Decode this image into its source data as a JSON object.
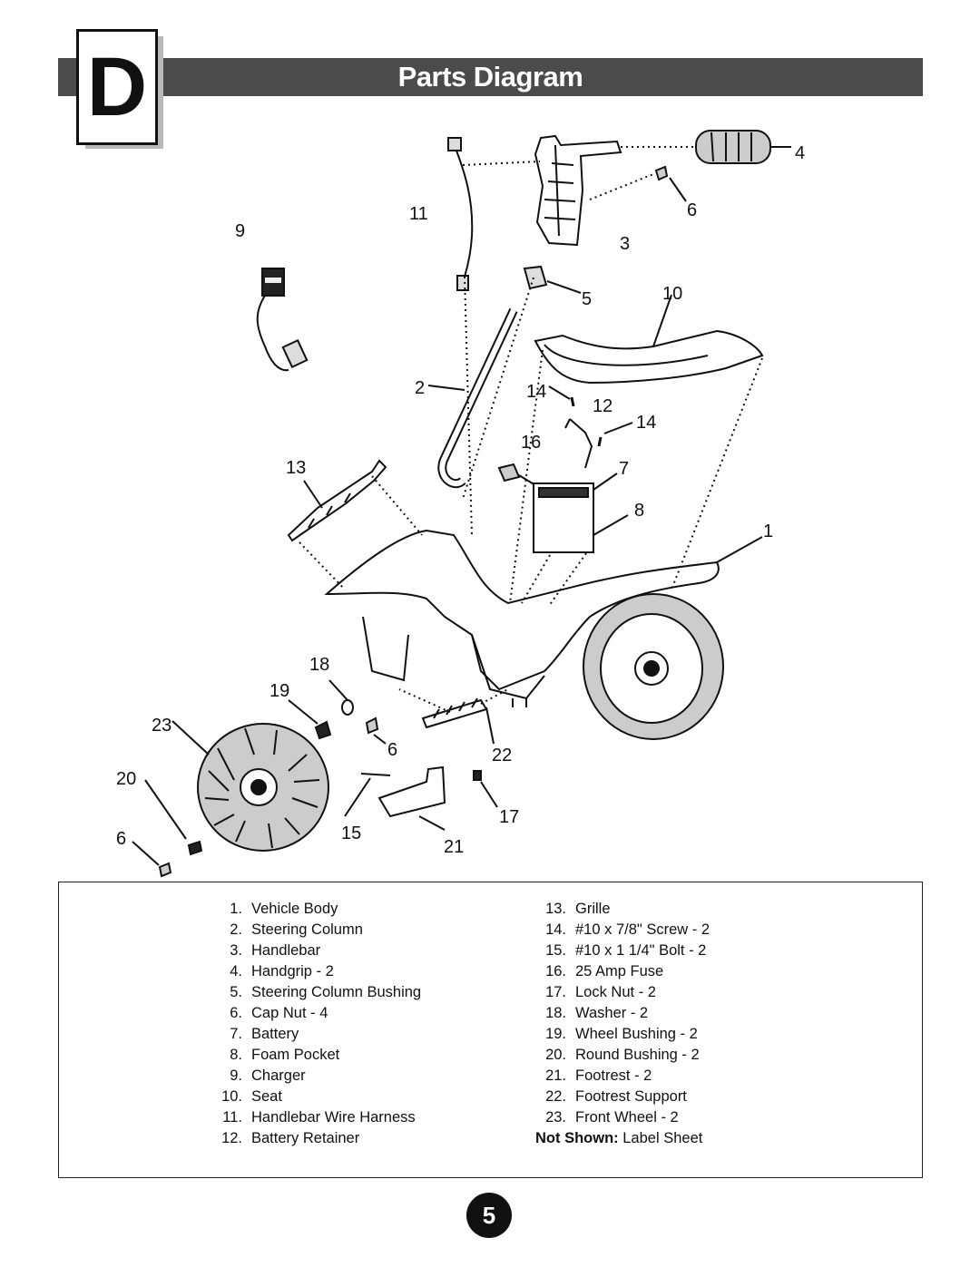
{
  "header": {
    "section_letter": "D",
    "title": "Parts Diagram"
  },
  "callouts": {
    "c1": "1",
    "c2": "2",
    "c3": "3",
    "c4": "4",
    "c5": "5",
    "c6a": "6",
    "c6b": "6",
    "c6c": "6",
    "c7": "7",
    "c8": "8",
    "c9": "9",
    "c10": "10",
    "c11": "11",
    "c12": "12",
    "c13": "13",
    "c14a": "14",
    "c14b": "14",
    "c15": "15",
    "c16": "16",
    "c17": "17",
    "c18": "18",
    "c19": "19",
    "c20": "20",
    "c21": "21",
    "c22": "22",
    "c23": "23"
  },
  "legend": {
    "left": [
      {
        "num": "1.",
        "name": "Vehicle Body"
      },
      {
        "num": "2.",
        "name": "Steering Column"
      },
      {
        "num": "3.",
        "name": "Handlebar"
      },
      {
        "num": "4.",
        "name": "Handgrip - 2"
      },
      {
        "num": "5.",
        "name": "Steering Column Bushing"
      },
      {
        "num": "6.",
        "name": "Cap Nut - 4"
      },
      {
        "num": "7.",
        "name": "Battery"
      },
      {
        "num": "8.",
        "name": "Foam Pocket"
      },
      {
        "num": "9.",
        "name": "Charger"
      },
      {
        "num": "10.",
        "name": "Seat"
      },
      {
        "num": "11.",
        "name": "Handlebar Wire Harness"
      },
      {
        "num": "12.",
        "name": "Battery Retainer"
      }
    ],
    "right": [
      {
        "num": "13.",
        "name": "Grille"
      },
      {
        "num": "14.",
        "name": "#10 x 7/8\" Screw - 2"
      },
      {
        "num": "15.",
        "name": "#10 x 1 1/4\" Bolt - 2"
      },
      {
        "num": "16.",
        "name": "25 Amp Fuse"
      },
      {
        "num": "17.",
        "name": "Lock Nut - 2"
      },
      {
        "num": "18.",
        "name": "Washer - 2"
      },
      {
        "num": "19.",
        "name": "Wheel Bushing - 2"
      },
      {
        "num": "20.",
        "name": "Round Bushing - 2"
      },
      {
        "num": "21.",
        "name": "Footrest - 2"
      },
      {
        "num": "22.",
        "name": "Footrest Support"
      },
      {
        "num": "23.",
        "name": "Front Wheel - 2"
      }
    ],
    "not_shown_label": "Not Shown:",
    "not_shown_value": "Label Sheet"
  },
  "page_number": "5"
}
